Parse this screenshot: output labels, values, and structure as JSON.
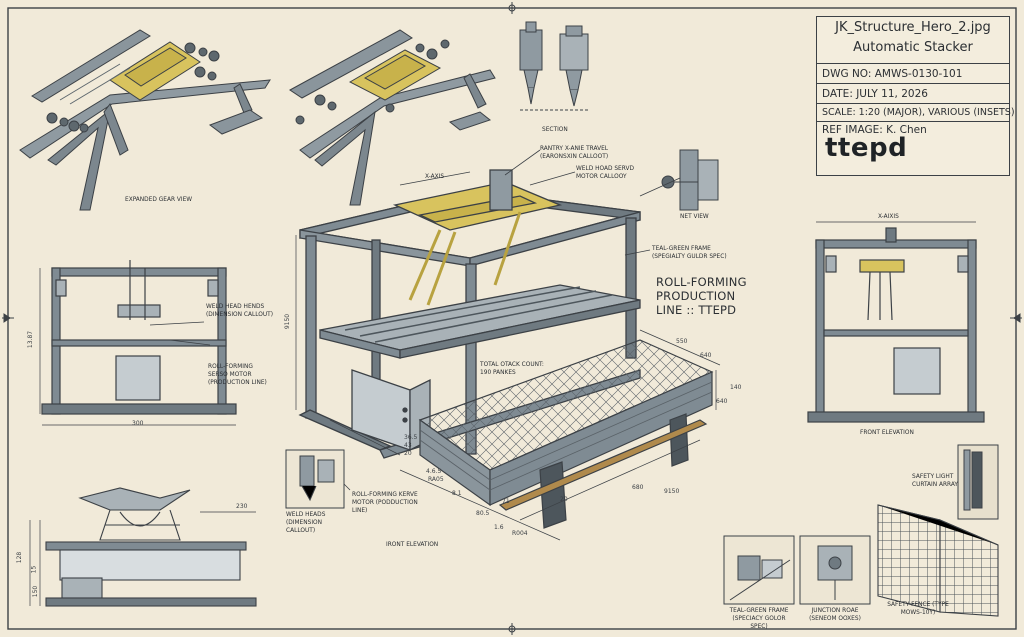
{
  "title_block": {
    "file_name": "JK_Structure_Hero_2.jpg",
    "subject": "Automatic Stacker",
    "dwg_no": "DWG NO: AMWS-0130-101",
    "date": "DATE:     JULY 11, 2026",
    "scale": "SCALE: 1:20 (MAJOR), VARIOUS (INSETS)",
    "ref_image": "REF IMAGE:  K. Chen",
    "mark": "ttepd"
  },
  "labels": {
    "expanded_gear_view": "EXPANDED GEAR VIEW",
    "section": "SECTION",
    "net_view": "NET VIEW",
    "gantry_callout": "RANTRY X-ANIE TRAVEL (EARONSXIN CALLOOT)",
    "weld_head_servo_callout": "WELD HOAD SERVD MOTOR CALLOOY",
    "teal_green_frame_callout": "TEAL-GREEN FRAME (SPEGIALTY GULDR SPEC)",
    "roll_forming_line_1": "ROLL-FORMING",
    "roll_forming_line_2": "PRODUCTION",
    "roll_forming_line_3": "LINE :: ttepd",
    "total_stack_count_1": "TOTAL OTACK COUNT:",
    "total_stack_count_2": "190 PANKES",
    "x_axis_center": "X-AXIS",
    "x_axis_right": "X-AIXIS",
    "left_weld_heads_callout": "WELD HEAD HENDS (DIMENSION CALLOUT)",
    "left_roll_forming_callout": "ROLL-FORMING SERSO MOTOR (PRODUCTION LINE)",
    "inset_weld_heads": "WELD HEADS (DIMENSION CALLOUT)",
    "inset_roll_forming": "ROLL-FORMING KERVE MOTOR (PODDUCTION LINE)",
    "front_elevation_left": "IRONT ELEVATION",
    "front_elevation_right": "FRONT ELEVATION",
    "safety_light": "SAFETY LIGHT CURTAIN ARRAY",
    "teal_green_frame_detail": "TEAL-GREEN FRAME (SPECIACY GOLOR SPEC)",
    "junction_box_detail": "JUNCTION ROAE (SENEOM OOXES)",
    "safety_fence_detail": "SAFETY FENCE (TYPE MOWS-10Y)"
  },
  "dimensions": {
    "left_width": "300",
    "left_height": "13.87",
    "main_height": "9150",
    "bl_top": "230",
    "bl_h1": "128",
    "bl_h2": "15",
    "bl_h3": "150",
    "stack_w": "550",
    "stack_h": "140",
    "stack_w2": "640",
    "stack_a": "680",
    "stack_b": "9150",
    "dim_a": "36.5",
    "dim_b": "43",
    "dim_c": "20",
    "dim_d": "4.6.5",
    "dim_e": "RA05",
    "dim_f": "8.1",
    "dim_g": "80.5",
    "dim_h": "1.6",
    "dim_i": "R004",
    "dim_j": "20",
    "dim_k": "71",
    "dim_l": "640"
  },
  "colors": {
    "paper": "#f1ead9",
    "line": "#3c4146",
    "steel": "#7f8b93",
    "steel_dark": "#4d565c",
    "gantry_yellow": "#d8c35e"
  }
}
